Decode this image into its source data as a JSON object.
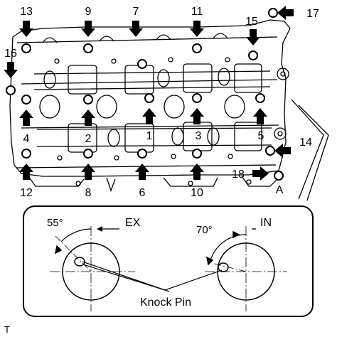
{
  "bolt_numbers": [
    "1",
    "2",
    "3",
    "4",
    "5",
    "6",
    "7",
    "8",
    "9",
    "10",
    "11",
    "12",
    "13",
    "14",
    "15",
    "16",
    "17",
    "18"
  ],
  "point_label": "A",
  "detail": {
    "left_camshaft": "EX",
    "right_camshaft": "IN",
    "left_angle": "55°",
    "right_angle": "70°",
    "knock_pin_label": "Knock Pin"
  },
  "corner_code": "T"
}
